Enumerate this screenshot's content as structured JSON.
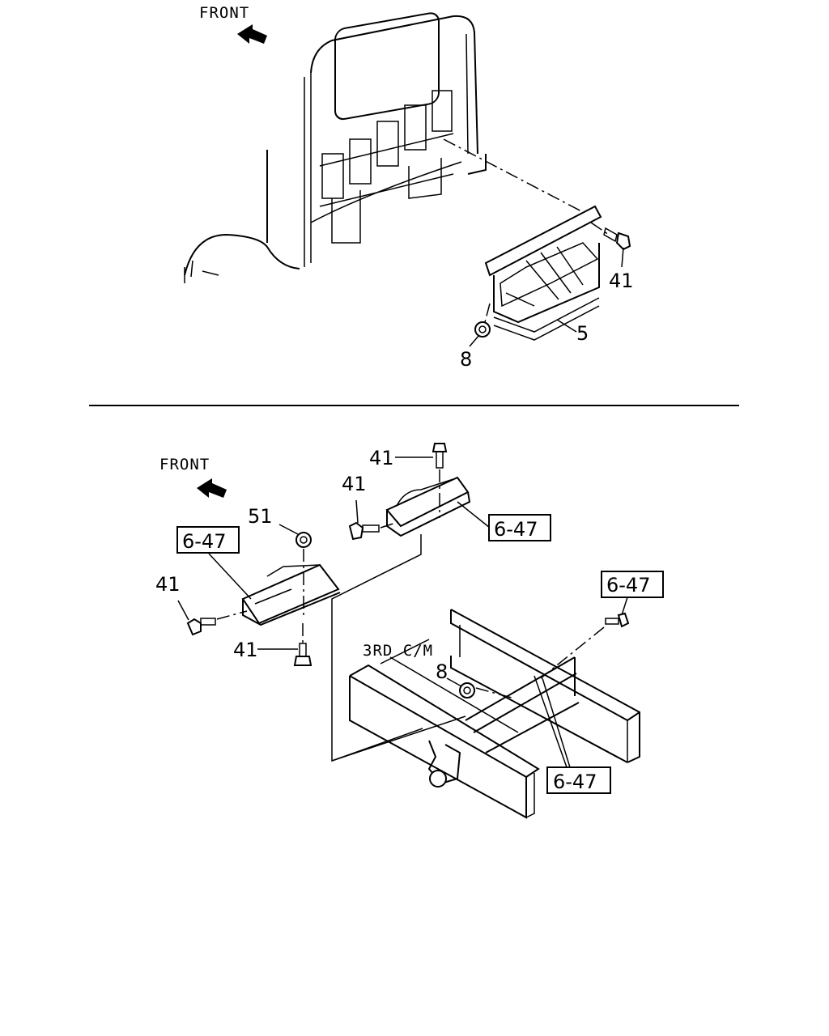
{
  "top_view": {
    "front_label": "FRONT",
    "callouts": {
      "bolt": "41",
      "cover": "5",
      "nut": "8"
    }
  },
  "bottom_view": {
    "front_label": "FRONT",
    "frame_label": "3RD C/M",
    "callouts": {
      "bolt_top": "41",
      "bolt_mid": "41",
      "nut_51": "51",
      "bolt_left": "41",
      "bolt_lower": "41",
      "nut_8": "8"
    },
    "refs": {
      "ref_a": "6-47",
      "ref_b": "6-47",
      "ref_c": "6-47",
      "ref_d": "6-47"
    }
  }
}
